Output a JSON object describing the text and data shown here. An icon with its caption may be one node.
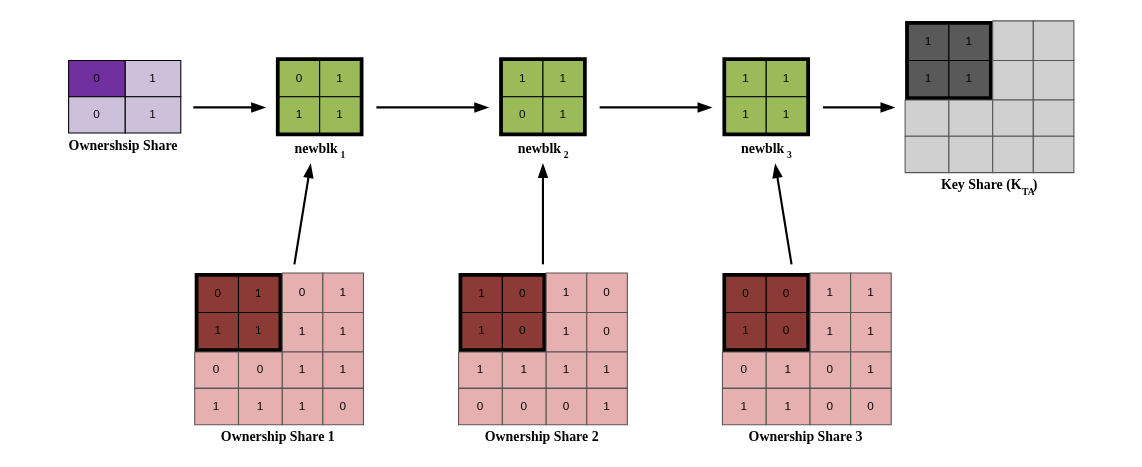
{
  "diagram": {
    "nodes": [
      {
        "text": [
          "0",
          "1",
          "0",
          "1"
        ],
        "beside": [
          "Ownershsip Share"
        ]
      },
      {
        "text": [
          "0",
          "1",
          "1",
          "1"
        ],
        "beside": [
          "newblk$_{1}$"
        ]
      },
      {
        "text": [
          "1",
          "1",
          "0",
          "1"
        ],
        "beside": [
          "newblk$_{2}$"
        ]
      },
      {
        "text": [
          "1",
          "1",
          "1",
          "1"
        ],
        "beside": [
          "newblk$_{3}$"
        ]
      },
      {
        "text": [
          "1",
          "1",
          "1",
          "1"
        ],
        "beside": [
          "Key Share (K$_{TA}$)"
        ]
      },
      {
        "text": [
          "0",
          "1",
          "0",
          "1",
          "1",
          "1",
          "1",
          "1",
          "0",
          "0",
          "1",
          "1",
          "1",
          "1",
          "1",
          "0"
        ],
        "beside": [
          "Ownership Share 1"
        ]
      },
      {
        "text": [
          "1",
          "0",
          "1",
          "0",
          "1",
          "0",
          "1",
          "0",
          "1",
          "1",
          "1",
          "1",
          "0",
          "0",
          "0",
          "1"
        ],
        "beside": [
          "Ownership Share 2"
        ]
      },
      {
        "text": [
          "0",
          "0",
          "1",
          "1",
          "1",
          "0",
          "1",
          "1",
          "0",
          "1",
          "0",
          "1",
          "1",
          "1",
          "0",
          "0"
        ],
        "beside": [
          "Ownership Share 3"
        ]
      }
    ],
    "edges": [
      {
        "from": 0,
        "to": 1,
        "arrow": "to"
      },
      {
        "from": 1,
        "to": 2,
        "arrow": "to"
      },
      {
        "from": 2,
        "to": 3,
        "arrow": "to"
      },
      {
        "from": 3,
        "to": 4,
        "arrow": "to"
      },
      {
        "from": 5,
        "to": 1,
        "arrow": "to"
      },
      {
        "from": 6,
        "to": 2,
        "arrow": "to"
      },
      {
        "from": 7,
        "to": 3,
        "arrow": "to"
      }
    ]
  }
}
